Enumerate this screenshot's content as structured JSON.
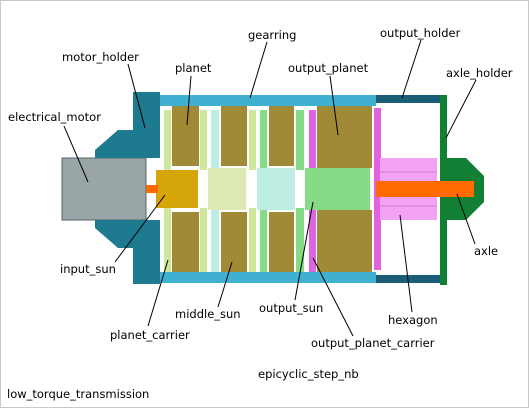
{
  "labels": {
    "electrical_motor": "electrical_motor",
    "motor_holder": "motor_holder",
    "planet": "planet",
    "gearring": "gearring",
    "output_planet": "output_planet",
    "output_holder": "output_holder",
    "axle_holder": "axle_holder",
    "input_sun": "input_sun",
    "planet_carrier": "planet_carrier",
    "middle_sun": "middle_sun",
    "output_sun": "output_sun",
    "output_planet_carrier": "output_planet_carrier",
    "hexagon": "hexagon",
    "axle": "axle",
    "step_caption": "epicyclic_step_nb",
    "assembly_caption": "low_torque_transmission"
  },
  "colors": {
    "motor": "#9aa5a8",
    "motor_holder": "#1d7a8f",
    "gearring": "#3fb0cf",
    "planet": "#a08a35",
    "input_sun": "#d6a50a",
    "shaft": "#ff6a00",
    "middle_sun": "#dde9b5",
    "carrier": "#cfe79a",
    "cyan_sun": "#bdece2",
    "output_sun": "#86dc86",
    "output_planet_carrier": "#e163e0",
    "output_holder": "#1b5e78",
    "axle_holder": "#118034",
    "hexagon": "#f3a3f3",
    "leader": "#000000"
  }
}
